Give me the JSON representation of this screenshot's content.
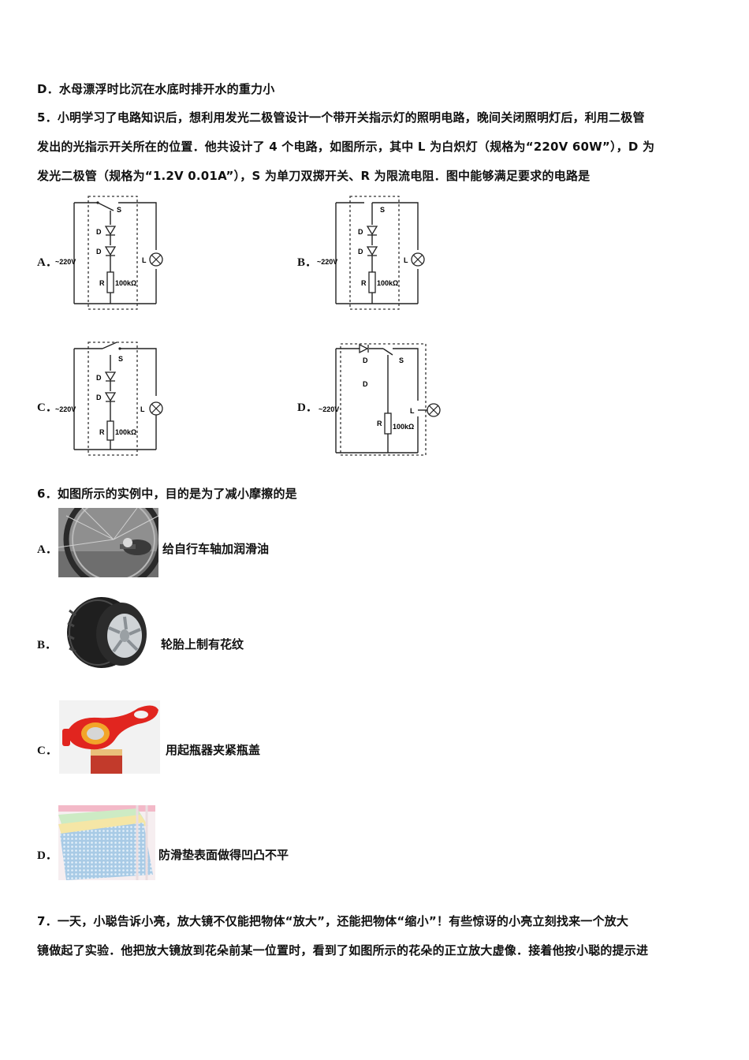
{
  "q4_option_d": "D．水母漂浮时比沉在水底时排开水的重力小",
  "q5": {
    "line1": "5．小明学习了电路知识后，想利用发光二极管设计一个带开关指示灯的照明电路，晚间关闭照明灯后，利用二极管",
    "line2": "发出的光指示开关所在的位置．他共设计了 4 个电路，如图所示，其中 L 为白炽灯（规格为“220V 60W”），D 为",
    "line3": "发光二极管（规格为“1.2V 0.01A”），S 为单刀双掷开关、R 为限流电阻．图中能够满足要求的电路是",
    "options": [
      {
        "letter": "A．"
      },
      {
        "letter": "B．"
      },
      {
        "letter": "C．"
      },
      {
        "letter": "D．"
      }
    ],
    "circuit_labels": {
      "voltage": "~220V",
      "resistor": "100kΩ",
      "switch": "S",
      "diode": "D",
      "lamp": "L",
      "resistor_name": "R"
    }
  },
  "q6": {
    "stem": "6．如图所示的实例中，目的是为了减小摩擦的是",
    "options": [
      {
        "letter": "A．",
        "text": "给自行车轴加润滑油"
      },
      {
        "letter": "B．",
        "text": "轮胎上制有花纹"
      },
      {
        "letter": "C．",
        "text": "用起瓶器夹紧瓶盖"
      },
      {
        "letter": "D．",
        "text": "防滑垫表面做得凹凸不平"
      }
    ]
  },
  "q7": {
    "line1": "7．一天，小聪告诉小亮，放大镜不仅能把物体“放大”，还能把物体“缩小”！有些惊讶的小亮立刻找来一个放大",
    "line2": "镜做起了实验．他把放大镜放到花朵前某一位置时，看到了如图所示的花朵的正立放大虚像．接着他按小聪的提示进"
  }
}
